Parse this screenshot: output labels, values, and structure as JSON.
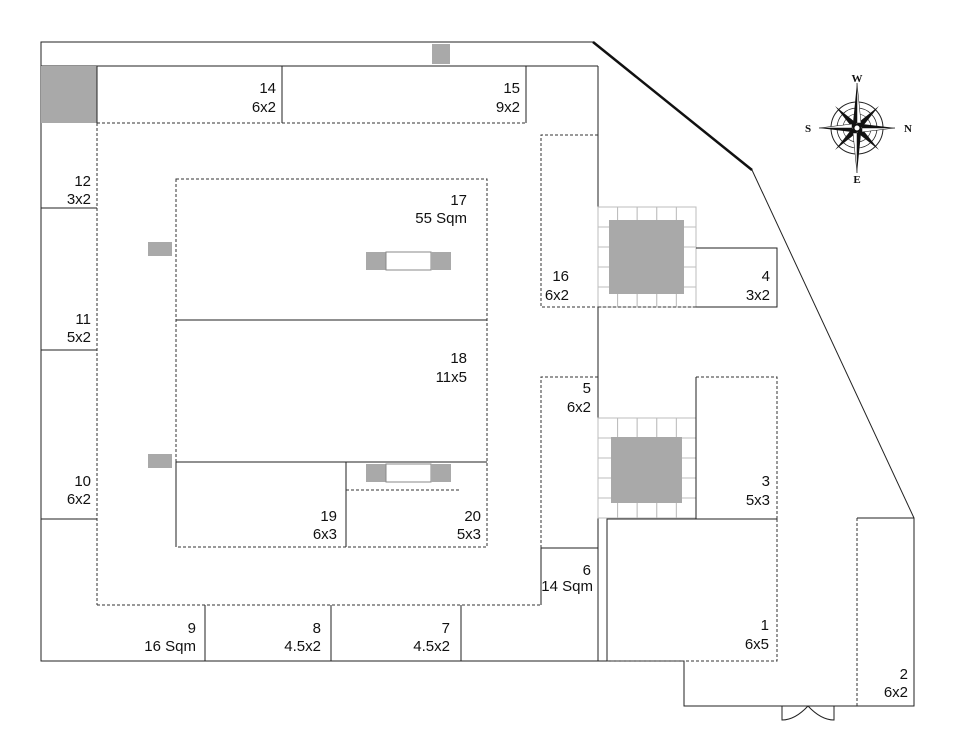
{
  "stalls": [
    {
      "id": "s14",
      "number": "14",
      "size": "6x2"
    },
    {
      "id": "s15",
      "number": "15",
      "size": "9x2"
    },
    {
      "id": "s12",
      "number": "12",
      "size": "3x2"
    },
    {
      "id": "s11",
      "number": "11",
      "size": "5x2"
    },
    {
      "id": "s10",
      "number": "10",
      "size": "6x2"
    },
    {
      "id": "s17",
      "number": "17",
      "size": "55 Sqm"
    },
    {
      "id": "s18",
      "number": "18",
      "size": "11x5"
    },
    {
      "id": "s19",
      "number": "19",
      "size": "6x3"
    },
    {
      "id": "s20",
      "number": "20",
      "size": "5x3"
    },
    {
      "id": "s16",
      "number": "16",
      "size": "6x2"
    },
    {
      "id": "s4",
      "number": "4",
      "size": "3x2"
    },
    {
      "id": "s5",
      "number": "5",
      "size": "6x2"
    },
    {
      "id": "s3",
      "number": "3",
      "size": "5x3"
    },
    {
      "id": "s6",
      "number": "6",
      "size": "14 Sqm"
    },
    {
      "id": "s9",
      "number": "9",
      "size": "16 Sqm"
    },
    {
      "id": "s8",
      "number": "8",
      "size": "4.5x2"
    },
    {
      "id": "s7",
      "number": "7",
      "size": "4.5x2"
    },
    {
      "id": "s1",
      "number": "1",
      "size": "6x5"
    },
    {
      "id": "s2",
      "number": "2",
      "size": "6x2"
    }
  ],
  "compass": {
    "north": "N",
    "south": "S",
    "east": "E",
    "west": "W"
  }
}
